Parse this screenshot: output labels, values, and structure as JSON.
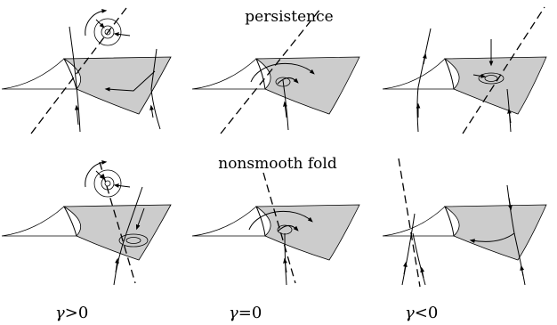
{
  "rows": [
    {
      "title": "persistence"
    },
    {
      "title": "nonsmooth fold"
    }
  ],
  "columns": [
    {
      "symbol": "γ",
      "rest": ">0"
    },
    {
      "symbol": "γ",
      "rest": "=0"
    },
    {
      "symbol": "γ",
      "rest": "<0"
    }
  ]
}
